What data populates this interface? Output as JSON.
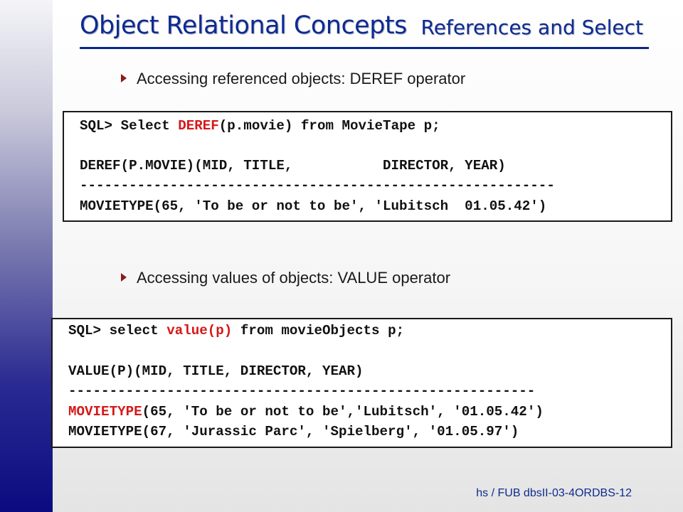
{
  "title": {
    "main": "Object Relational Concepts",
    "sub": "References and Select"
  },
  "bullets": [
    "Accessing referenced objects: DEREF operator",
    "Accessing values of objects: VALUE operator"
  ],
  "code1": {
    "line1_pre": "SQL> Select ",
    "line1_kw": "DEREF",
    "line1_post": "(p.movie) from MovieTape p;",
    "line2": "DEREF(P.MOVIE)(MID, TITLE,           DIRECTOR, YEAR)",
    "line3": "----------------------------------------------------------",
    "line4": "MOVIETYPE(65, 'To be or not to be', 'Lubitsch  01.05.42')"
  },
  "code2": {
    "line1_pre": "SQL> select ",
    "line1_kw": "value(p)",
    "line1_post": " from movieObjects p;",
    "line2": "VALUE(P)(MID, TITLE, DIRECTOR, YEAR)",
    "line3": "---------------------------------------------------------",
    "line4_kw": "MOVIETYPE",
    "line4_post": "(65, 'To be or not to be','Lubitsch', '01.05.42')",
    "line5": "MOVIETYPE(67, 'Jurassic Parc', 'Spielberg', '01.05.97')"
  },
  "footer": "hs / FUB dbsII-03-4ORDBS-12"
}
